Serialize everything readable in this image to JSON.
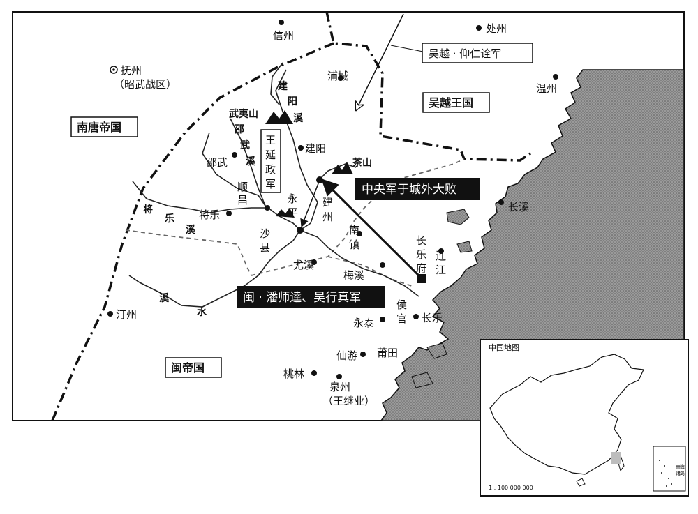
{
  "regions": {
    "south_tang": "南唐帝国",
    "wuyue_kingdom": "吴越王国",
    "min_empire": "闽帝国"
  },
  "cities": {
    "xinzhou": "信州",
    "chuzhou": "处州",
    "fuzhou_jx": "抚州",
    "zhaowu": "（昭武战区）",
    "pucheng": "浦城",
    "wenzhou": "温州",
    "jianyang": "建阳",
    "shaowu": "邵武",
    "shunchang": "顺昌",
    "jiangle": "将乐",
    "yongping_1": "永",
    "yongping_2": "平",
    "jianzhou_1": "建",
    "jianzhou_2": "州",
    "shaxian_1": "沙",
    "shaxian_2": "县",
    "nanzhen_1": "南",
    "nanzhen_2": "镇",
    "changxi": "长溪",
    "lianjiang_1": "连",
    "lianjiang_2": "江",
    "changlefu_1": "长",
    "changlefu_2": "乐",
    "changlefu_3": "府",
    "youxi": "尤溪",
    "meixi": "梅溪",
    "houguan_1": "侯",
    "houguan_2": "官",
    "changle": "长乐",
    "yongtai": "永泰",
    "tingzhou": "汀州",
    "xianyou": "仙游",
    "putian": "莆田",
    "taolin": "桃林",
    "quanzhou": "泉州",
    "wangjiye": "（王继业）"
  },
  "mountains": {
    "wuyi": "武夷山",
    "chashan": "茶山"
  },
  "rivers": {
    "jianyangxi": [
      "建",
      "阳",
      "溪"
    ],
    "shaowuxi": [
      "邵",
      "武",
      "溪"
    ],
    "jianglexi": [
      "将",
      "乐",
      "溪"
    ],
    "xishui": [
      "溪",
      "水"
    ]
  },
  "labels": {
    "wuyue_army": "吴越 · 仰仁诠军",
    "wang_yanzheng_army": [
      "王",
      "延",
      "政",
      "军"
    ],
    "central_defeat": "中央军于城外大败",
    "min_army": "闽 · 潘师逵、吴行真军"
  },
  "inset": {
    "title": "中国地图",
    "scale": "1 : 100 000 000",
    "south_sea": [
      "南",
      "海",
      "诸",
      "岛"
    ]
  }
}
